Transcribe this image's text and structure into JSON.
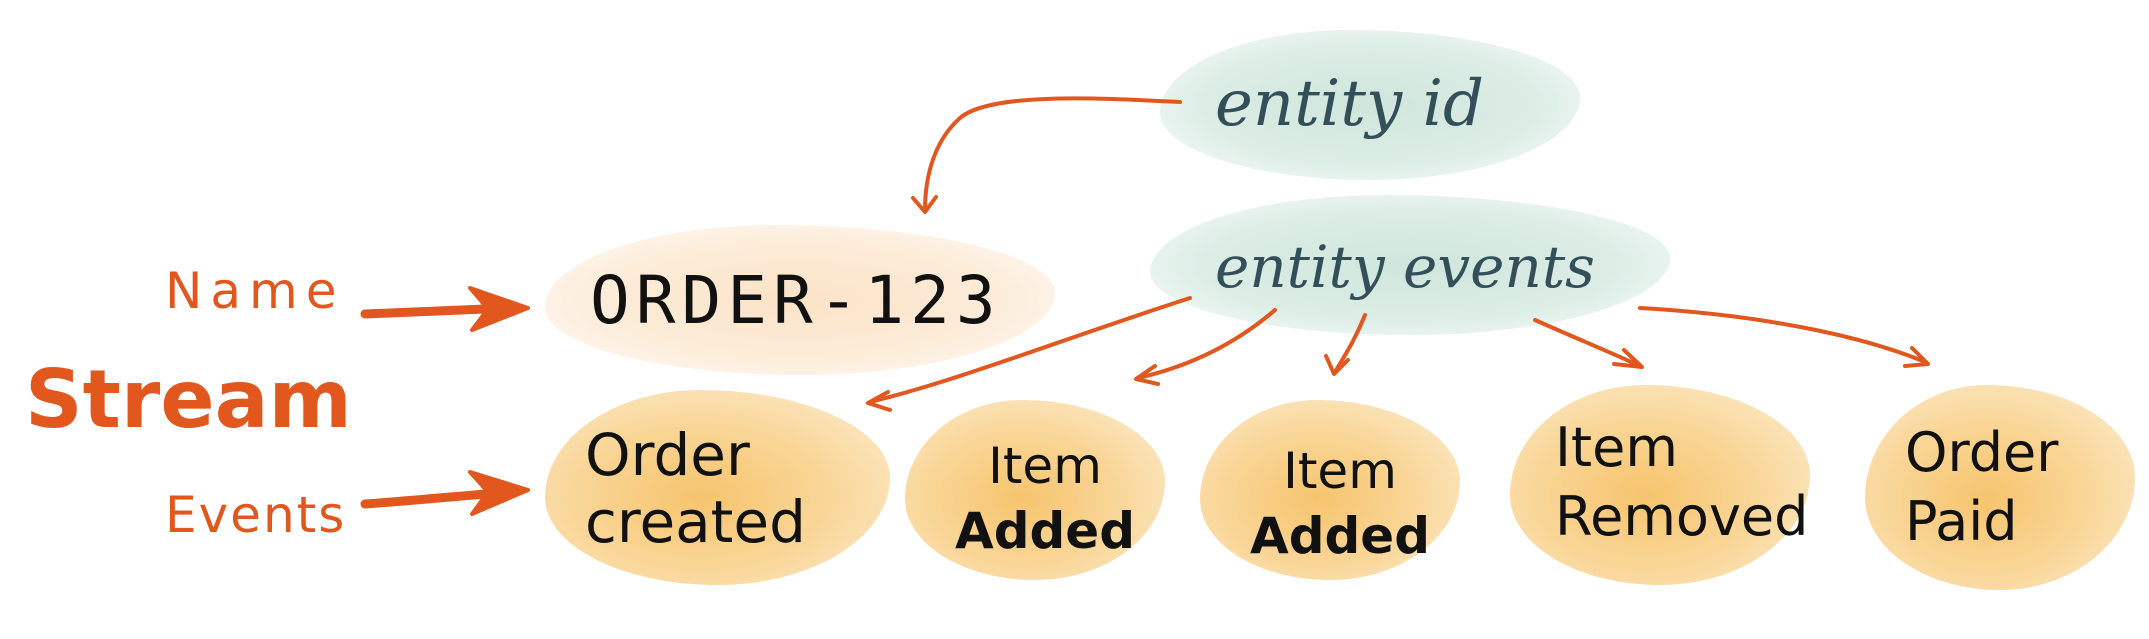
{
  "labels": {
    "entity_id": "entity id",
    "entity_events": "entity events",
    "stream_name": "ORDER-123",
    "name": "Name",
    "stream": "Stream",
    "events": "Events"
  },
  "events": [
    {
      "line1": "Order",
      "line2": "created"
    },
    {
      "line1": "Item",
      "line2": "Added"
    },
    {
      "line1": "Item",
      "line2": "Added"
    },
    {
      "line1": "Item",
      "line2": "Removed"
    },
    {
      "line1": "Order",
      "line2": "Paid"
    }
  ],
  "colors": {
    "arrow": "#e2571e",
    "green_blob": "#d6ebe2",
    "orange_blob": "#f6c46e",
    "peach_blob": "#fbe3c7",
    "green_text": "#33505a"
  }
}
